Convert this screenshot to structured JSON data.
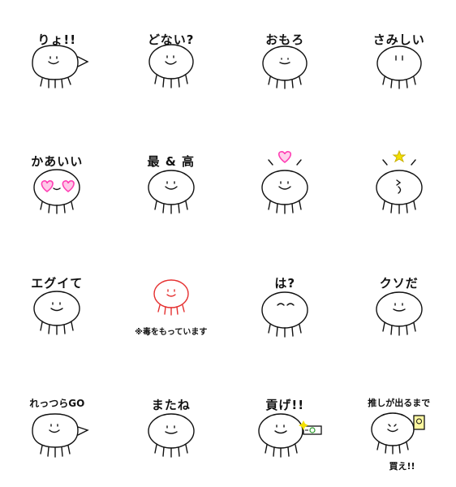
{
  "stickers": [
    {
      "caption": "りょ!!"
    },
    {
      "caption": "どない?"
    },
    {
      "caption": "おもろ"
    },
    {
      "caption": "さみしい"
    },
    {
      "caption": "かあいい"
    },
    {
      "caption": "最 & 高"
    },
    {
      "caption": ""
    },
    {
      "caption": ""
    },
    {
      "caption": "エグイて"
    },
    {
      "caption": "",
      "sub": "※毒をもっています"
    },
    {
      "caption": "は?"
    },
    {
      "caption": "クソだ"
    },
    {
      "caption": "れっつらGO"
    },
    {
      "caption": "またね"
    },
    {
      "caption": "貢げ!!"
    },
    {
      "caption": "推しが出るまで",
      "sub": "買え!!"
    }
  ],
  "colors": {
    "ink": "#111111",
    "heart": "#ff3fb4",
    "red": "#e53030",
    "star": "#f3d400",
    "bill": "#2a9a2a"
  }
}
